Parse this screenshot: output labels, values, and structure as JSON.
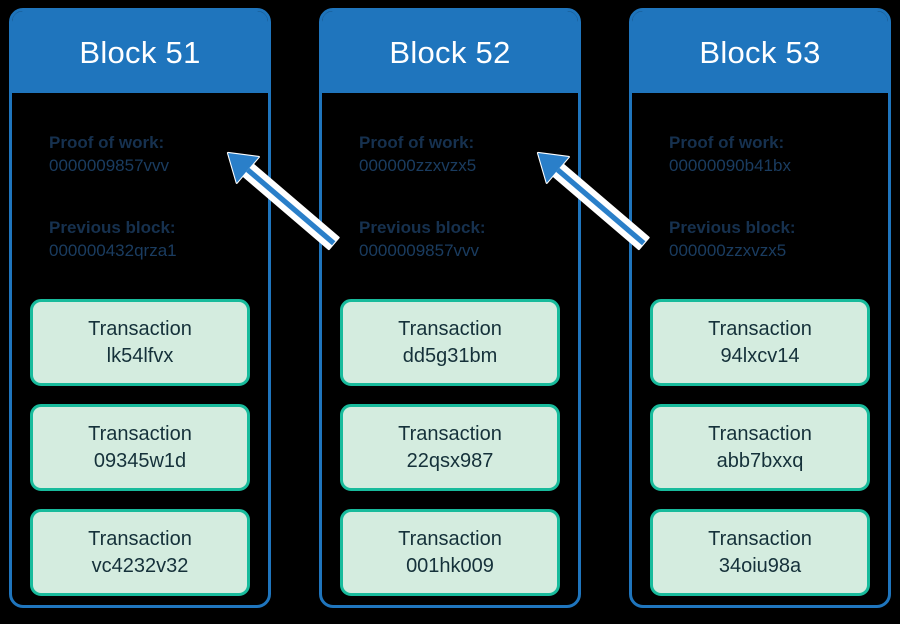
{
  "diagram": {
    "title": "Blockchain blocks 51-53",
    "background_color": "#000000",
    "accent_blue": "#1f75bd",
    "accent_teal": "#18bb9c",
    "transaction_fill": "#d4ecdf",
    "hash_label_color": "#16314f",
    "hash_value_color": "#1a3c60"
  },
  "labels": {
    "proof_of_work": "Proof of work:",
    "previous_block": "Previous block:",
    "transaction": "Transaction"
  },
  "blocks": [
    {
      "title": "Block 51",
      "proof_of_work": "0000009857vvv",
      "previous_block": "000000432qrza1",
      "transactions": [
        {
          "hash": "lk54lfvx"
        },
        {
          "hash": "09345w1d"
        },
        {
          "hash": "vc4232v32"
        }
      ]
    },
    {
      "title": "Block 52",
      "proof_of_work": "000000zzxvzx5",
      "previous_block": "0000009857vvv",
      "transactions": [
        {
          "hash": "dd5g31bm"
        },
        {
          "hash": "22qsx987"
        },
        {
          "hash": "001hk009"
        }
      ]
    },
    {
      "title": "Block 53",
      "proof_of_work": "00000090b41bx",
      "previous_block": "000000zzxvzx5",
      "transactions": [
        {
          "hash": "94lxcv14"
        },
        {
          "hash": "abb7bxxq"
        },
        {
          "hash": "34oiu98a"
        }
      ]
    }
  ],
  "arrows": [
    {
      "name": "link-block52-to-block51",
      "from": "Block 52 previous block",
      "to": "Block 51 proof of work"
    },
    {
      "name": "link-block53-to-block52",
      "from": "Block 53 previous block",
      "to": "Block 52 proof of work"
    }
  ]
}
